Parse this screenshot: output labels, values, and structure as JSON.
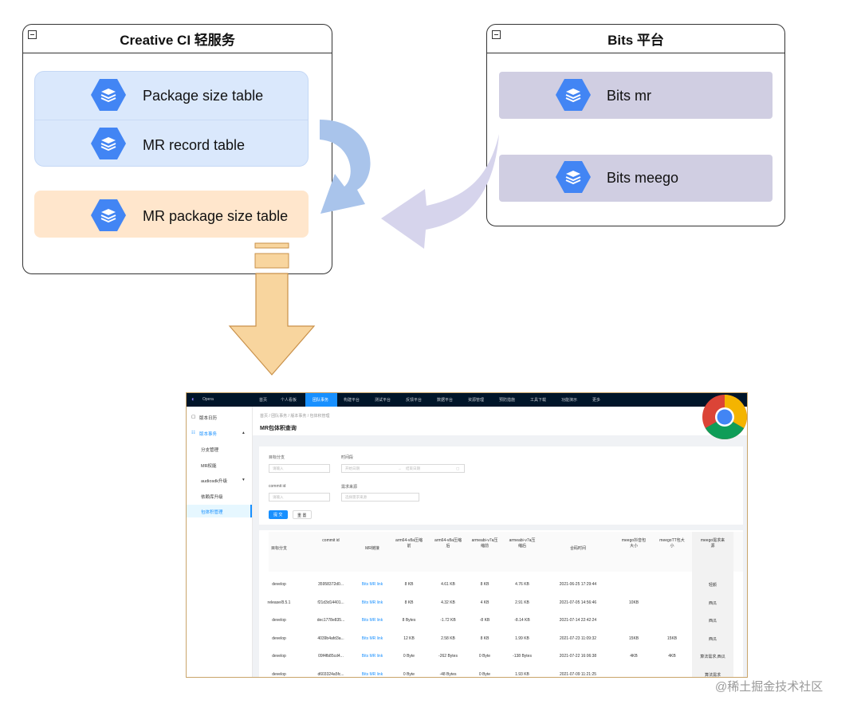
{
  "creative_panel": {
    "title": "Creative CI 轻服务",
    "nodes": [
      "Package size table",
      "MR record table",
      "MR package size table"
    ]
  },
  "bits_panel": {
    "title": "Bits 平台",
    "nodes": [
      "Bits mr",
      "Bits meego"
    ]
  },
  "colors": {
    "blue_node": "#dae8fc",
    "orange_node": "#ffe6cc",
    "purple_node": "#d0cee2",
    "arrow_orange": "#f8d59e",
    "arrow_blue": "#a9c4eb",
    "arrow_purple": "#d6d4ec",
    "icon_blue": "#4285f4"
  },
  "screenshot": {
    "app_name": "Opera",
    "nav": [
      "首页",
      "个人看板",
      "团队事务",
      "构建平台",
      "测试平台",
      "反馈平台",
      "数据平台",
      "资源管理",
      "预防措施",
      "工具下载",
      "功能演示",
      "更多"
    ],
    "sidebar": [
      "版本日历",
      "版本事务",
      "分支管理",
      "MR权能",
      "audiosdk升级",
      "依赖库升级",
      "包体积管理"
    ],
    "breadcrumb": "首页 / 团队事务 / 版本事务 / 包体积管理",
    "page_title": "MR包体积查询",
    "form": {
      "label_branch": "目标分支",
      "placeholder_branch": "请输入",
      "label_time": "时间段",
      "placeholder_start": "开始日期",
      "placeholder_end": "结束日期",
      "label_commit": "commit id",
      "placeholder_commit": "请输入",
      "label_source": "需求来源",
      "placeholder_source": "选择需求来源",
      "submit": "提 交",
      "reset": "重 置"
    },
    "table_headers": [
      "目标分支",
      "commit id",
      "MR链接",
      "arm64-v8a压缩前",
      "arm64-v8a压缩后",
      "armeabi-v7a压缩前",
      "armeabi-v7a压缩后",
      "合码时间",
      "meego抖音包大小",
      "meegoTT包大小",
      "meego需求来源"
    ],
    "rows": [
      [
        "develop",
        "35958372d0...",
        "Bits MR link",
        "8 KB",
        "4.61 KB",
        "8 KB",
        "4.76 KB",
        "2021-06-25 17:29:44",
        "",
        "",
        "轻颜"
      ],
      [
        "release/8.5.1",
        "f21d3d14401...",
        "Bits MR link",
        "8 KB",
        "4.32 KB",
        "4 KB",
        "2.91 KB",
        "2021-07-05 14:56:46",
        "10KB",
        "",
        "西瓜"
      ],
      [
        "develop",
        "dec1778e835...",
        "Bits MR link",
        "8 Bytes",
        "-1.72 KB",
        "-8 KB",
        "-8.14 KB",
        "2021-07-14 22:42:24",
        "",
        "",
        "西瓜"
      ],
      [
        "develop",
        "4039b4afd3a...",
        "Bits MR link",
        "12 KB",
        "2.58 KB",
        "8 KB",
        "1.99 KB",
        "2021-07-23 11:09:32",
        "15KB",
        "15KB",
        "西瓜"
      ],
      [
        "develop",
        "09f4fb85cd4...",
        "Bits MR link",
        "0 Byte",
        "-262 Bytes",
        "0 Byte",
        "-138 Bytes",
        "2021-07-22 16:06:38",
        "4KB",
        "4KB",
        "算法需求,西瓜"
      ],
      [
        "develop",
        "d603324a5fc...",
        "Bits MR link",
        "0 Byte",
        "-48 Bytes",
        "0 Byte",
        "1.93 KB",
        "2021-07-09 11:21:25",
        "",
        "",
        "算法需求"
      ]
    ]
  },
  "watermark": "@稀土掘金技术社区"
}
